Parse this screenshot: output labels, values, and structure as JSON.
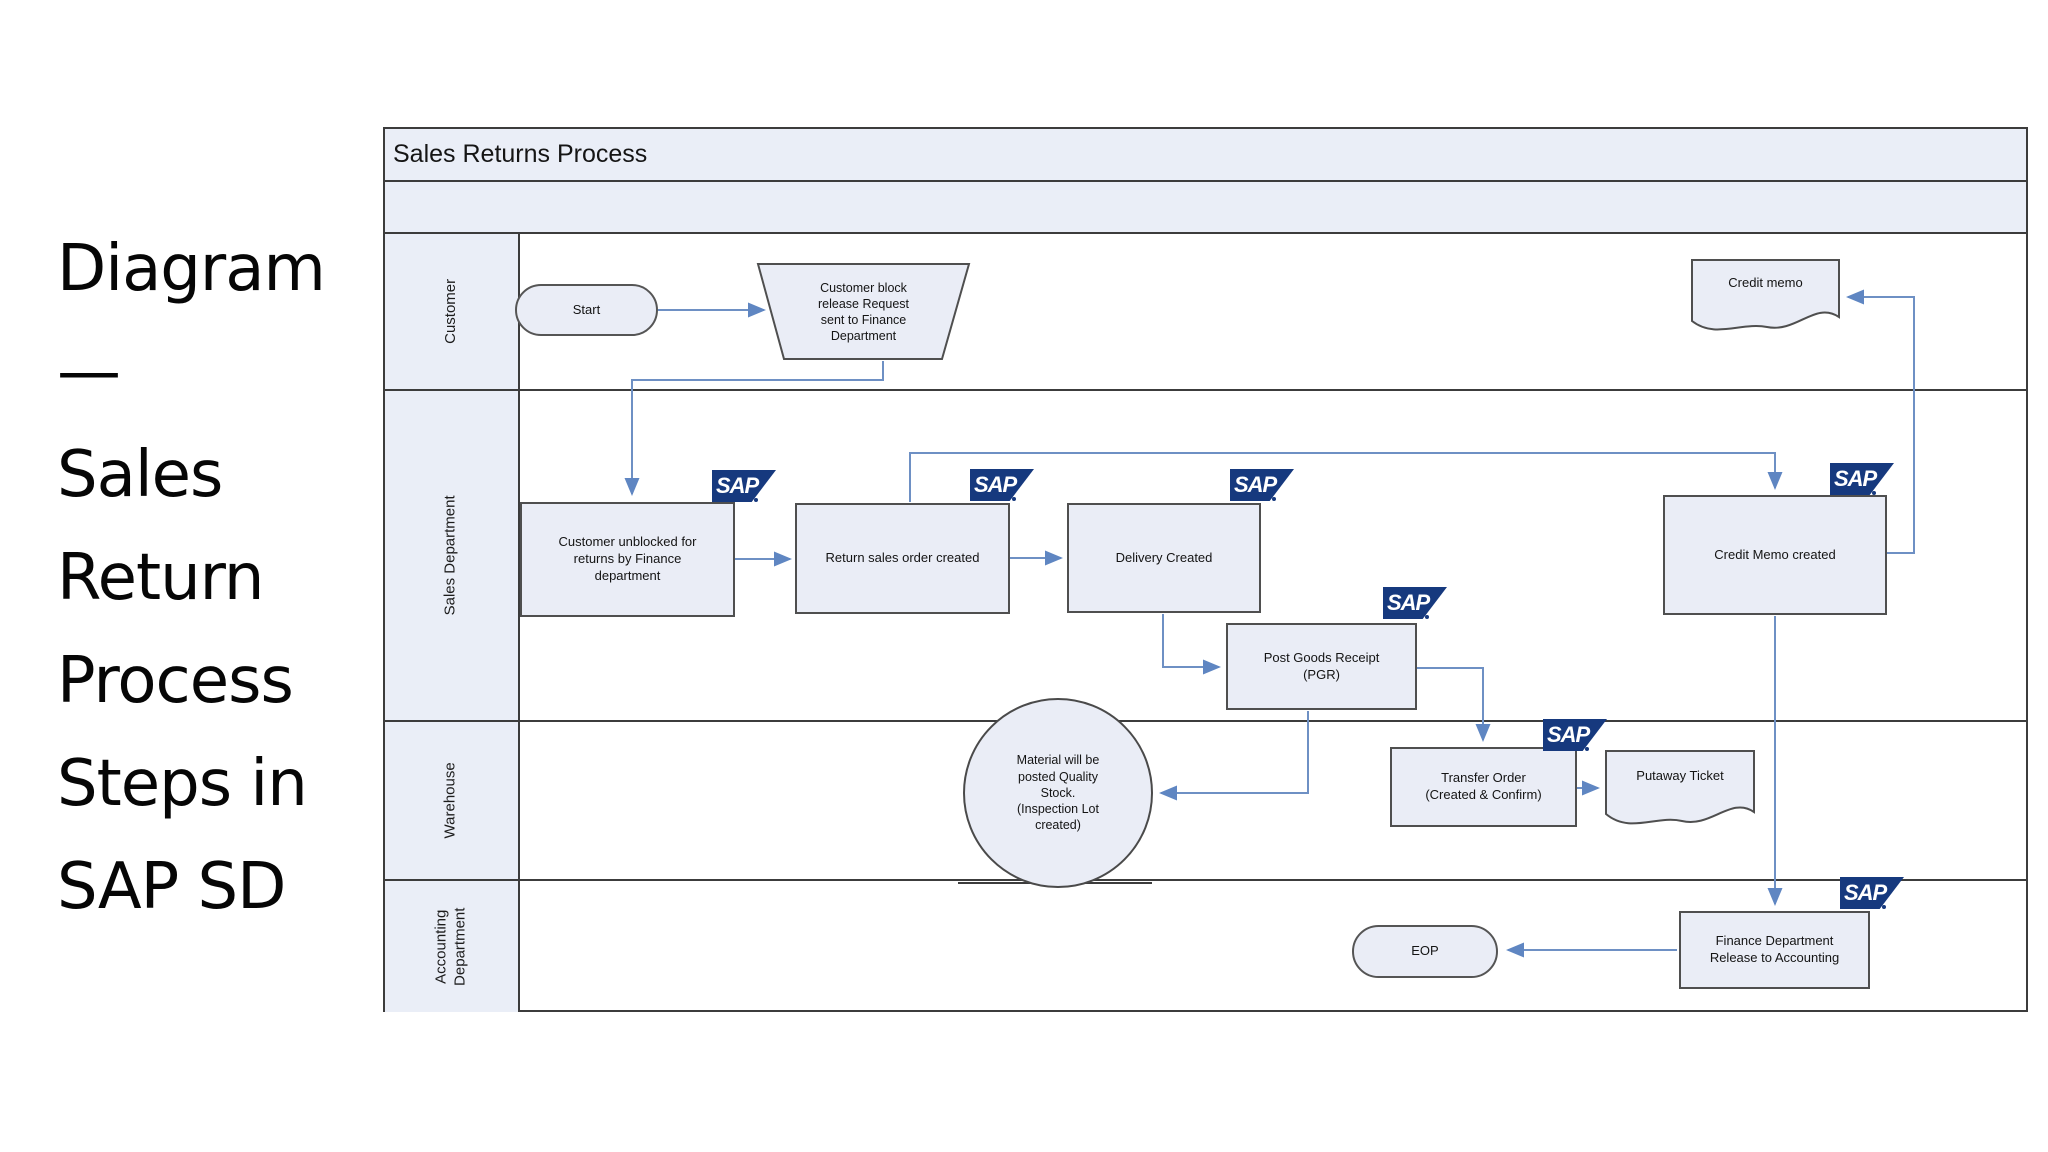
{
  "side_title": {
    "lines": [
      "Diagram",
      "—",
      "Sales",
      "Return",
      "Process",
      "Steps in",
      "SAP SD"
    ]
  },
  "diagram": {
    "title": "Sales Returns Process",
    "sap_logo_text": "SAP",
    "lanes": [
      {
        "label": "Customer"
      },
      {
        "label": "Sales Department"
      },
      {
        "label": "Warehouse"
      },
      {
        "label": "Accounting\nDepartment"
      }
    ],
    "nodes": {
      "start": "Start",
      "block_release": "Customer block\nrelease Request\nsent to Finance\nDepartment",
      "credit_memo_doc": "Credit memo",
      "unblocked": "Customer unblocked for\nreturns by Finance\ndepartment",
      "return_order": "Return sales order created",
      "delivery": "Delivery Created",
      "pgr": "Post Goods Receipt\n(PGR)",
      "credit_memo_created": "Credit Memo created",
      "material_circle": "Material will be\nposted Quality\nStock.\n(Inspection Lot\ncreated)",
      "transfer_order": "Transfer Order\n(Created & Confirm)",
      "putaway": "Putaway Ticket",
      "eop": "EOP",
      "finance_release": "Finance Department\nRelease to Accounting"
    },
    "colors": {
      "node_fill": "#eaedf6",
      "node_border": "#4f4f4f",
      "lane_header_fill": "#eaeef7",
      "arrow": "#6e90c4",
      "sap_blue": "#16397e"
    }
  }
}
